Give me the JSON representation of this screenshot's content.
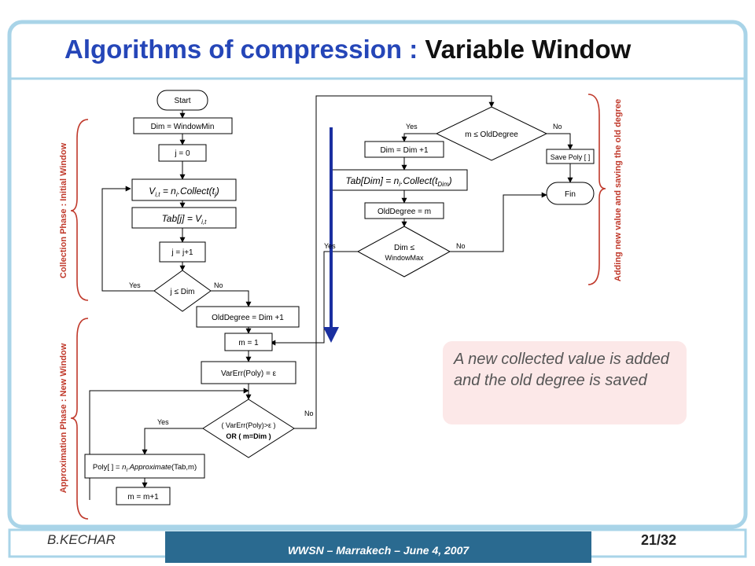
{
  "slide": {
    "title_part1": "Algorithms of compression :",
    "title_part2": "Variable Window",
    "callout": "A new collected value is added and the old degree is saved",
    "author": "B.KECHAR",
    "conference": "WWSN – Marrakech – June 4, 2007",
    "page": "21/32"
  },
  "phases": {
    "collection": "Collection Phase : Initial Window",
    "approximation": "Approximation Phase : New Window",
    "adding": "Adding new value and saving the old degree"
  },
  "flow": {
    "start": "Start",
    "dim_windowmin": "Dim = WindowMin",
    "j0": "j = 0",
    "j_inc": "j = j+1",
    "j_le_dim": "j ≤ Dim",
    "old_degree_set": "OldDegree = Dim +1",
    "m1": "m = 1",
    "varerr": "VarErr(Poly) = ε",
    "cond1": "( VarErr(Poly)>ε )",
    "cond2": "OR ( m=Dim )",
    "m_inc": "m = m+1",
    "m_le_old": "m ≤ OldDegree",
    "dim_inc": "Dim = Dim +1",
    "old_eq_m": "OldDegree = m",
    "dim_le_1": "Dim ≤",
    "dim_le_2": "WindowMax",
    "save_poly": "Save Poly [ ]",
    "fin": "Fin",
    "yes": "Yes",
    "no": "No"
  },
  "colors": {
    "title_blue": "#2546b8",
    "phase_red": "#c0392b",
    "frame_blue": "#a9d4e8",
    "footer_bar": "#2a6a90",
    "callout_bg": "#fce8e8",
    "arrow_blue": "#1a2fa0"
  }
}
